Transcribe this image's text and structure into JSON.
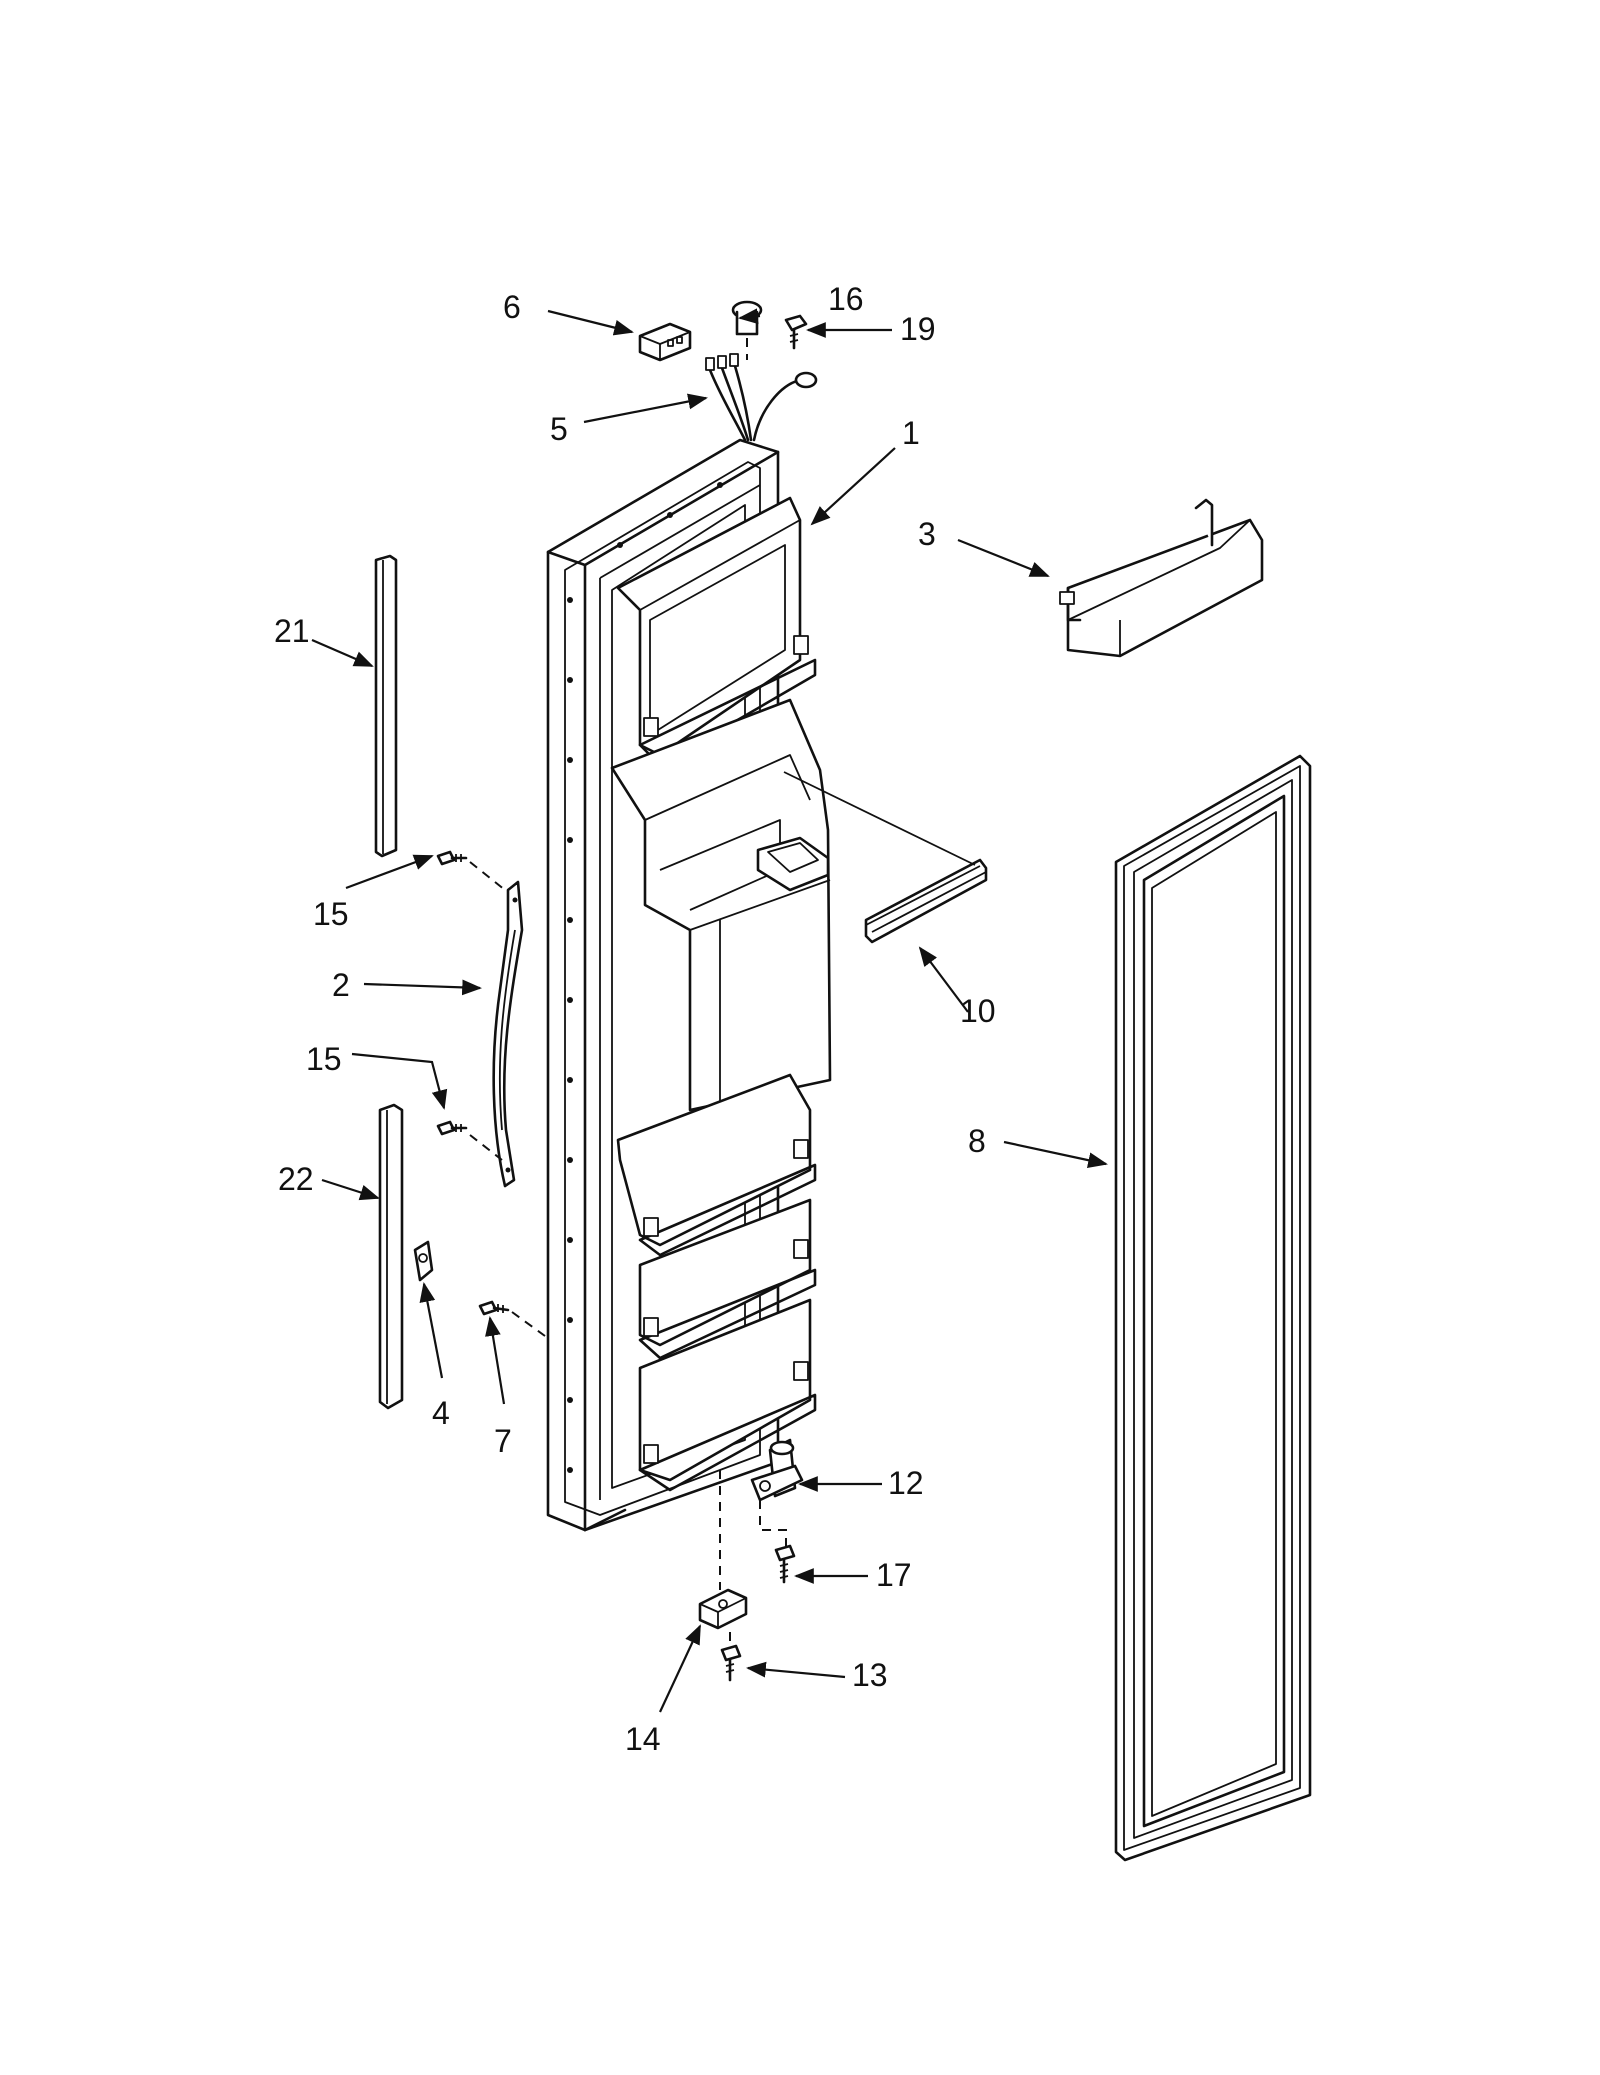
{
  "diagram": {
    "title": "",
    "callouts": [
      {
        "id": "c1",
        "text": "1"
      },
      {
        "id": "c2",
        "text": "2"
      },
      {
        "id": "c3",
        "text": "3"
      },
      {
        "id": "c4",
        "text": "4"
      },
      {
        "id": "c5",
        "text": "5"
      },
      {
        "id": "c6",
        "text": "6"
      },
      {
        "id": "c7",
        "text": "7"
      },
      {
        "id": "c8",
        "text": "8"
      },
      {
        "id": "c10",
        "text": "10"
      },
      {
        "id": "c12",
        "text": "12"
      },
      {
        "id": "c13",
        "text": "13"
      },
      {
        "id": "c14",
        "text": "14"
      },
      {
        "id": "c15a",
        "text": "15"
      },
      {
        "id": "c15b",
        "text": "15"
      },
      {
        "id": "c16",
        "text": "16"
      },
      {
        "id": "c17",
        "text": "17"
      },
      {
        "id": "c19",
        "text": "19"
      },
      {
        "id": "c21",
        "text": "21"
      },
      {
        "id": "c22",
        "text": "22"
      }
    ]
  }
}
